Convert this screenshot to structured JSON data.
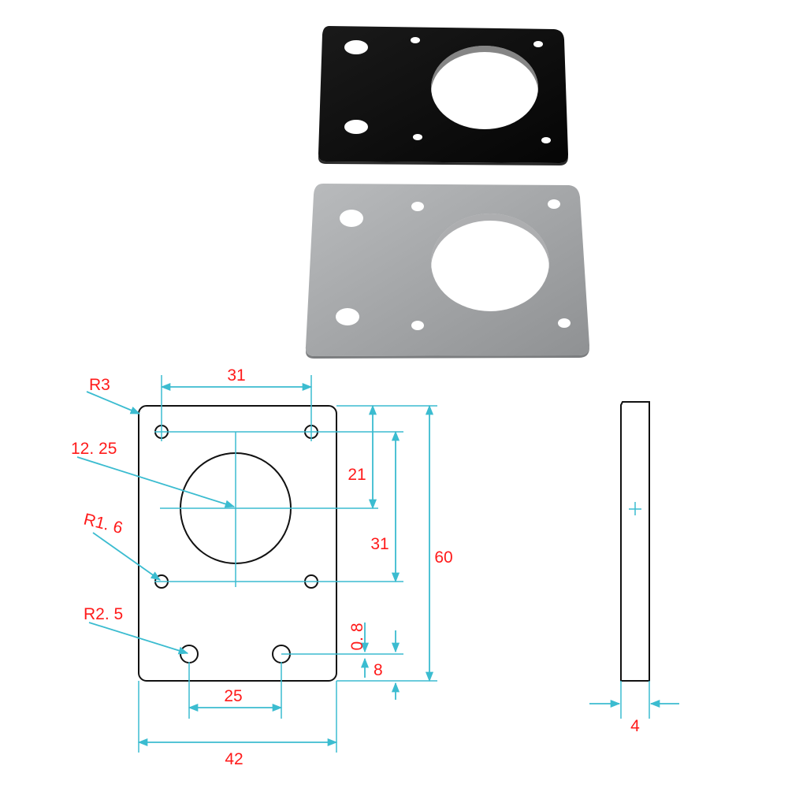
{
  "dimensions": {
    "hole_spacing_top": "31",
    "corner_radius": "R3",
    "center_hole": "12. 25",
    "top_to_center": "21",
    "hole_spacing_vertical": "31",
    "overall_height": "60",
    "small_hole_radius": "R1. 6",
    "slot_radius": "R2. 5",
    "slot_offset": "0. 8",
    "bottom_offset": "8",
    "slot_spacing": "25",
    "overall_width": "42",
    "thickness": "4"
  },
  "colors": {
    "dimension_text": "#ff1a1a",
    "dimension_line": "#3bbcd0",
    "outline": "#111111",
    "black_plate": "#0c0c0c",
    "silver_plate": "#a6a8aa"
  }
}
